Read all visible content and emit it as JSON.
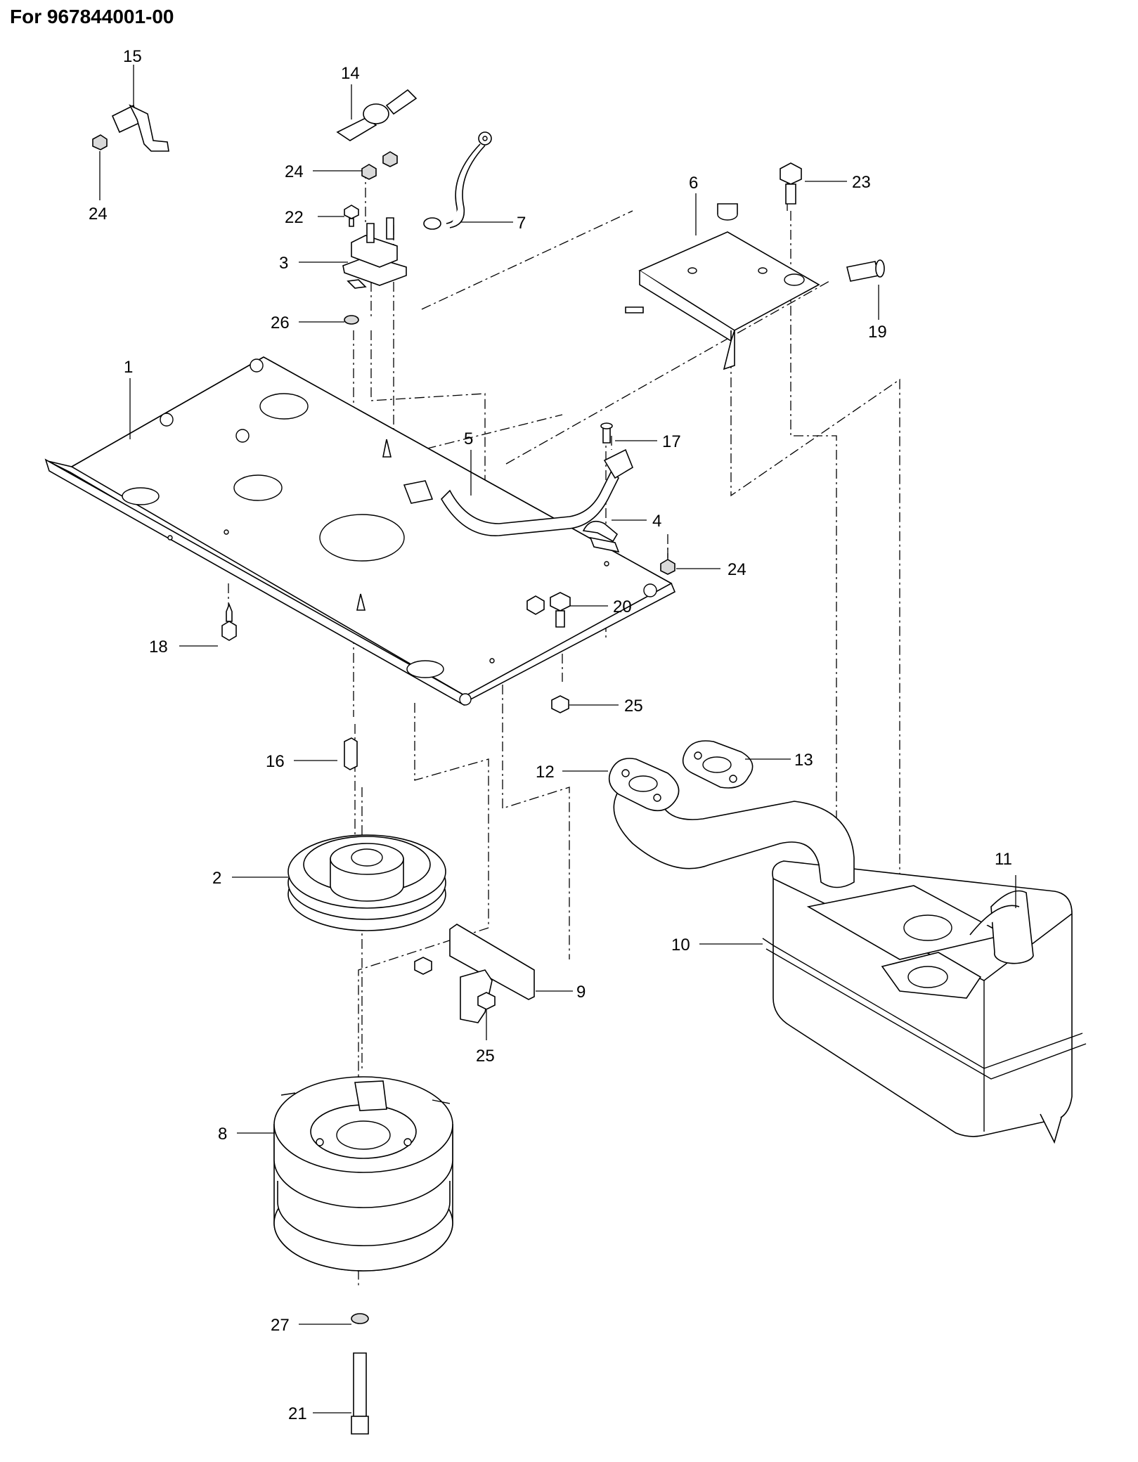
{
  "header": {
    "title": "For 967844001-00"
  },
  "callouts": [
    {
      "id": "c1",
      "label": "1"
    },
    {
      "id": "c2",
      "label": "2"
    },
    {
      "id": "c3",
      "label": "3"
    },
    {
      "id": "c4",
      "label": "4"
    },
    {
      "id": "c5",
      "label": "5"
    },
    {
      "id": "c6",
      "label": "6"
    },
    {
      "id": "c7",
      "label": "7"
    },
    {
      "id": "c8",
      "label": "8"
    },
    {
      "id": "c9",
      "label": "9"
    },
    {
      "id": "c10",
      "label": "10"
    },
    {
      "id": "c11",
      "label": "11"
    },
    {
      "id": "c12",
      "label": "12"
    },
    {
      "id": "c13",
      "label": "13"
    },
    {
      "id": "c14",
      "label": "14"
    },
    {
      "id": "c15",
      "label": "15"
    },
    {
      "id": "c16",
      "label": "16"
    },
    {
      "id": "c17",
      "label": "17"
    },
    {
      "id": "c18",
      "label": "18"
    },
    {
      "id": "c19",
      "label": "19"
    },
    {
      "id": "c20",
      "label": "20"
    },
    {
      "id": "c21",
      "label": "21"
    },
    {
      "id": "c22",
      "label": "22"
    },
    {
      "id": "c23",
      "label": "23"
    },
    {
      "id": "c24a",
      "label": "24"
    },
    {
      "id": "c24b",
      "label": "24"
    },
    {
      "id": "c24c",
      "label": "24"
    },
    {
      "id": "c25a",
      "label": "25"
    },
    {
      "id": "c25b",
      "label": "25"
    },
    {
      "id": "c26",
      "label": "26"
    },
    {
      "id": "c27",
      "label": "27"
    }
  ]
}
